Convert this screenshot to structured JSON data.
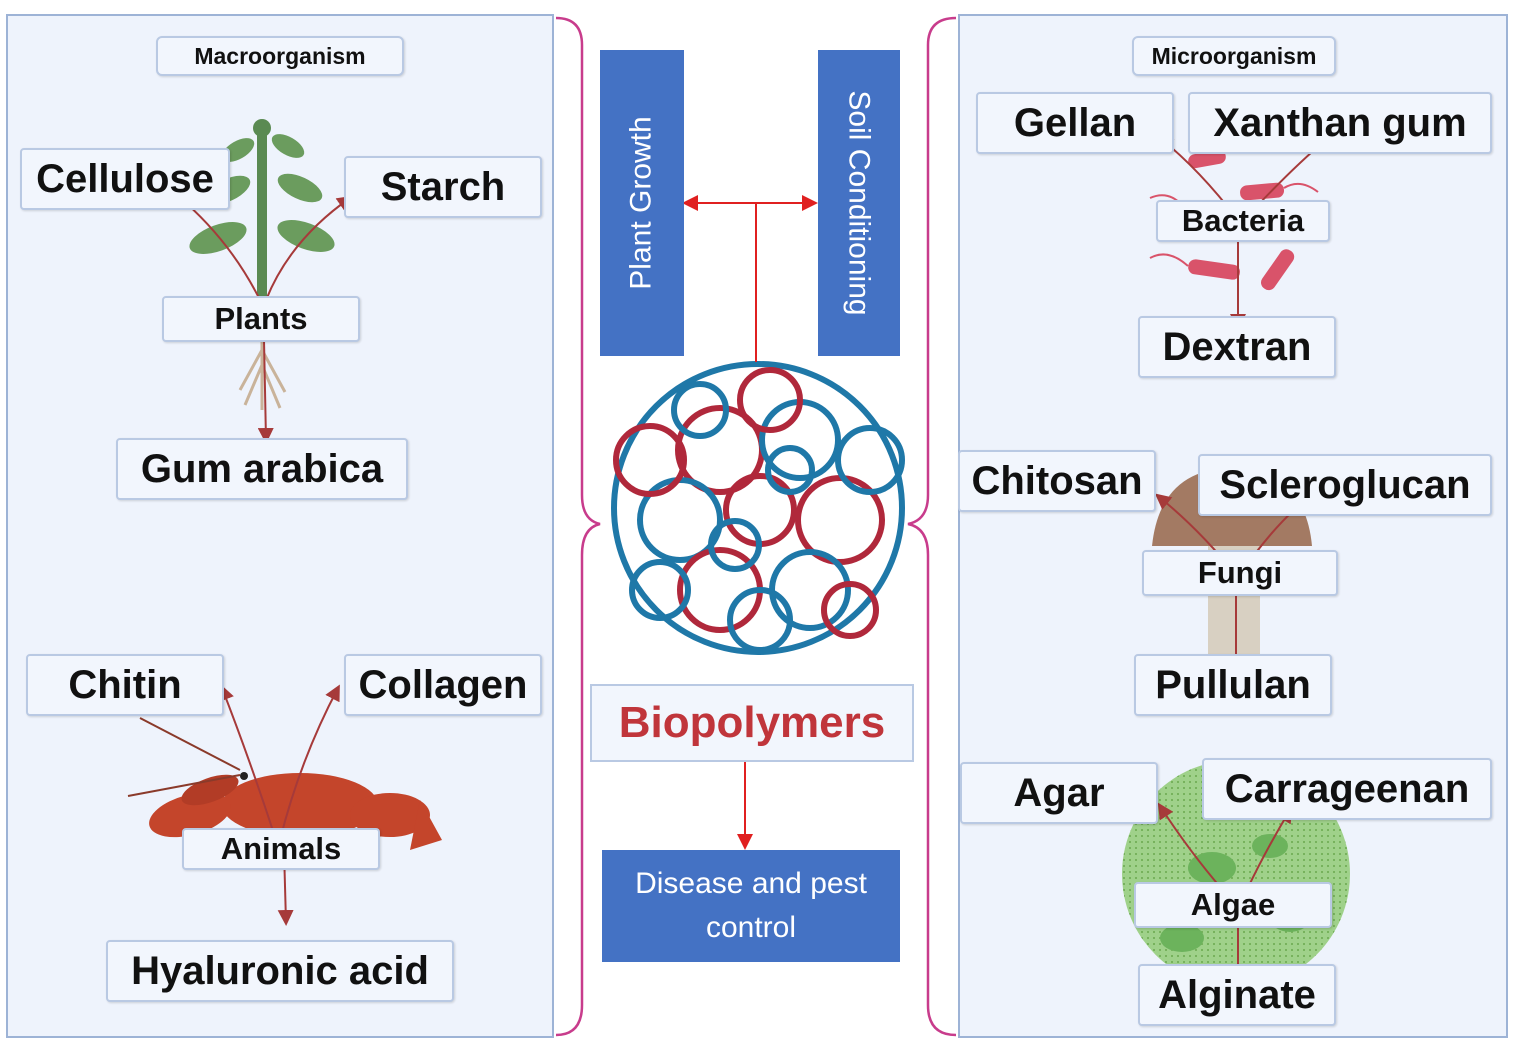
{
  "left_panel": {
    "header": "Macroorganism",
    "plants": {
      "label": "Plants",
      "products": [
        "Cellulose",
        "Starch",
        "Gum arabica"
      ]
    },
    "animals": {
      "label": "Animals",
      "products": [
        "Chitin",
        "Collagen",
        "Hyaluronic acid"
      ]
    }
  },
  "center": {
    "plant_growth": "Plant Growth",
    "soil_conditioning": "Soil Conditioning",
    "biopolymers": "Biopolymers",
    "disease": "Disease and pest control",
    "disease_line1": "Disease and pest",
    "disease_line2": "control"
  },
  "right_panel": {
    "header": "Microorganism",
    "bacteria": {
      "label": "Bacteria",
      "products": [
        "Gellan",
        "Xanthan gum",
        "Dextran"
      ]
    },
    "fungi": {
      "label": "Fungi",
      "products": [
        "Chitosan",
        "Scleroglucan",
        "Pullulan"
      ]
    },
    "algae": {
      "label": "Algae",
      "products": [
        "Agar",
        "Carrageenan",
        "Alginate"
      ]
    }
  },
  "colors": {
    "blue_box": "#4472c4",
    "arrow": "#a63a3a",
    "red_line": "#e02020",
    "bracket": "#c83c8c",
    "biopolymers_text": "#c0353b"
  }
}
